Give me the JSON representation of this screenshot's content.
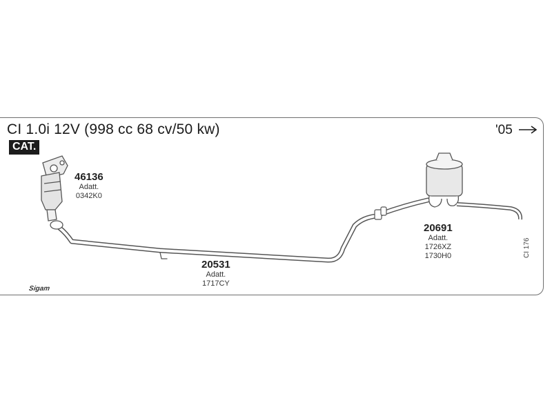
{
  "header": {
    "title": "CI 1.0i 12V (998 cc 68 cv/50 kw)",
    "year": "'05",
    "badge": "CAT."
  },
  "parts": [
    {
      "number": "46136",
      "lines": [
        "Adatt.",
        "0342K0"
      ]
    },
    {
      "number": "20531",
      "lines": [
        "Adatt.",
        "1717CY"
      ]
    },
    {
      "number": "20691",
      "lines": [
        "Adatt.",
        "1726XZ",
        "1730H0"
      ]
    }
  ],
  "reference": "CI 176",
  "logo": "Sigam",
  "icons": {
    "arrow": "arrow-right-icon"
  },
  "colors": {
    "line": "#555555",
    "fill": "#e6e6e6",
    "badge_bg": "#1c1c1c"
  }
}
